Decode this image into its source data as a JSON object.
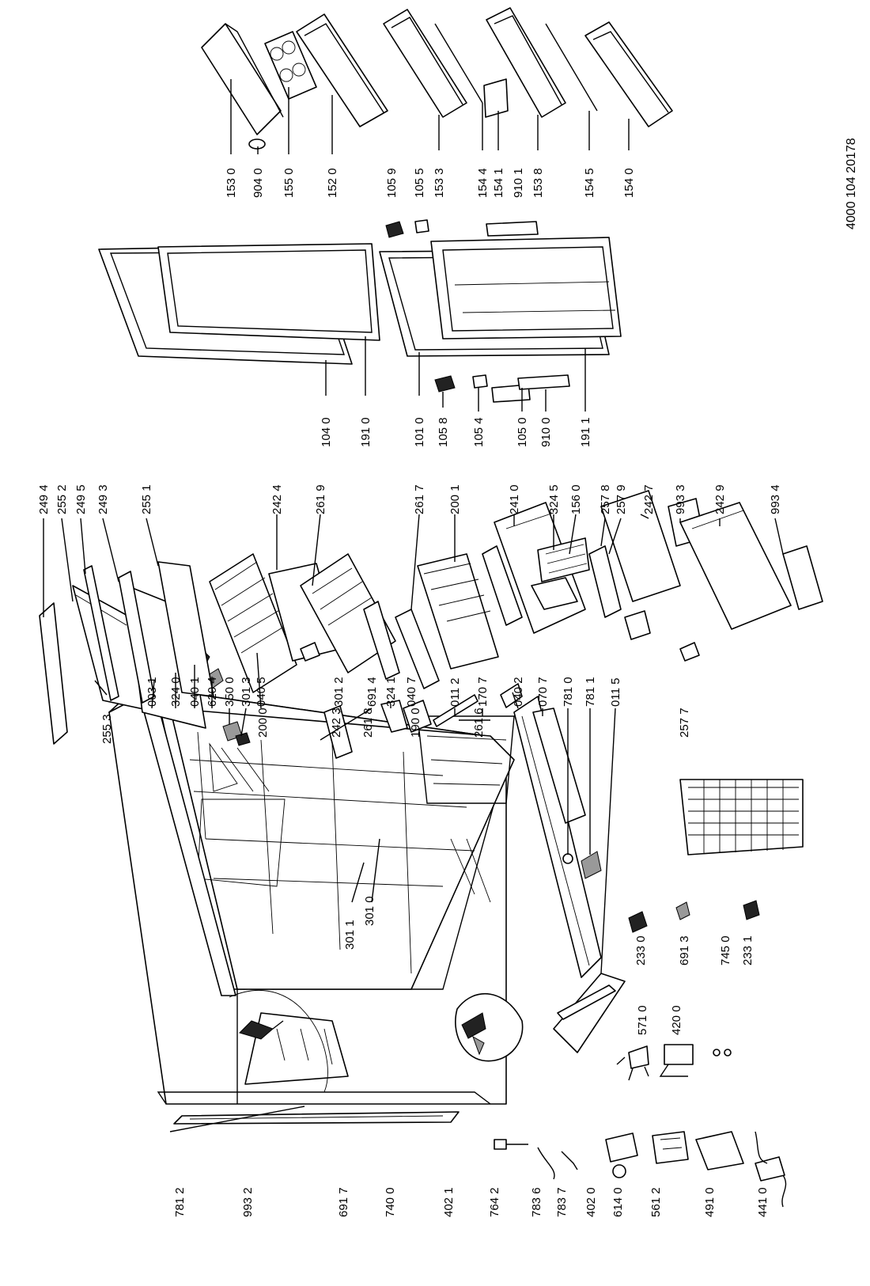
{
  "document_number": "4000 104 20178",
  "labels": [
    {
      "id": "l0030",
      "text": "003 1"
    },
    {
      "id": "l3240",
      "text": "324 0"
    },
    {
      "id": "l0401",
      "text": "040 1"
    },
    {
      "id": "l6204",
      "text": "620 4"
    },
    {
      "id": "l3500",
      "text": "350 0"
    },
    {
      "id": "l3013",
      "text": "301 3"
    },
    {
      "id": "l0405",
      "text": "040 5"
    },
    {
      "id": "l3012",
      "text": "301 2"
    },
    {
      "id": "l6914",
      "text": "691 4"
    },
    {
      "id": "l3241",
      "text": "324 1"
    },
    {
      "id": "l0407",
      "text": "040 7"
    },
    {
      "id": "l0112",
      "text": "011 2"
    },
    {
      "id": "l1707",
      "text": "170 7"
    },
    {
      "id": "l0402",
      "text": "040 2"
    },
    {
      "id": "l0707",
      "text": "070 7"
    },
    {
      "id": "l7810",
      "text": "781 0"
    },
    {
      "id": "l7811",
      "text": "781 1"
    },
    {
      "id": "l0115",
      "text": "011 5"
    },
    {
      "id": "l3010",
      "text": "301 0"
    },
    {
      "id": "l3011",
      "text": "301 1"
    },
    {
      "id": "l2330",
      "text": "233 0"
    },
    {
      "id": "l6913",
      "text": "691 3"
    },
    {
      "id": "l7450",
      "text": "745 0"
    },
    {
      "id": "l2331",
      "text": "233 1"
    },
    {
      "id": "l5710",
      "text": "571 0"
    },
    {
      "id": "l4200",
      "text": "420 0"
    },
    {
      "id": "l7812",
      "text": "781 2"
    },
    {
      "id": "l9932",
      "text": "993 2"
    },
    {
      "id": "l6917",
      "text": "691 7"
    },
    {
      "id": "l7400",
      "text": "740 0"
    },
    {
      "id": "l4021",
      "text": "402 1"
    },
    {
      "id": "l7642",
      "text": "764 2"
    },
    {
      "id": "l7836",
      "text": "783 6"
    },
    {
      "id": "l7837",
      "text": "783 7"
    },
    {
      "id": "l4020",
      "text": "402 0"
    },
    {
      "id": "l6140",
      "text": "614 0"
    },
    {
      "id": "l5612",
      "text": "561 2"
    },
    {
      "id": "l4910",
      "text": "491 0"
    },
    {
      "id": "l4410",
      "text": "441 0"
    },
    {
      "id": "l2494",
      "text": "249 4"
    },
    {
      "id": "l2552",
      "text": "255 2"
    },
    {
      "id": "l2495",
      "text": "249 5"
    },
    {
      "id": "l2493",
      "text": "249 3"
    },
    {
      "id": "l2551",
      "text": "255 1"
    },
    {
      "id": "l2553",
      "text": "255 3"
    },
    {
      "id": "l2424",
      "text": "242 4"
    },
    {
      "id": "l2619",
      "text": "261 9"
    },
    {
      "id": "l2000",
      "text": "200 0"
    },
    {
      "id": "l2423",
      "text": "242 3"
    },
    {
      "id": "l2618",
      "text": "261 8"
    },
    {
      "id": "l2617",
      "text": "261 7"
    },
    {
      "id": "l2001",
      "text": "200 1"
    },
    {
      "id": "l1900",
      "text": "190 0"
    },
    {
      "id": "l2616",
      "text": "261 6"
    },
    {
      "id": "l2410",
      "text": "241 0"
    },
    {
      "id": "l3245",
      "text": "324 5"
    },
    {
      "id": "l1560",
      "text": "156 0"
    },
    {
      "id": "l2578",
      "text": "257 8"
    },
    {
      "id": "l2579",
      "text": "257 9"
    },
    {
      "id": "l2427",
      "text": "242 7"
    },
    {
      "id": "l9933",
      "text": "993 3"
    },
    {
      "id": "l2429",
      "text": "242 9"
    },
    {
      "id": "l9934",
      "text": "993 4"
    },
    {
      "id": "l2577",
      "text": "257 7"
    },
    {
      "id": "l1040",
      "text": "104 0"
    },
    {
      "id": "l1910",
      "text": "191 0"
    },
    {
      "id": "l1010",
      "text": "101 0"
    },
    {
      "id": "l1058",
      "text": "105 8"
    },
    {
      "id": "l1054",
      "text": "105 4"
    },
    {
      "id": "l1050",
      "text": "105 0"
    },
    {
      "id": "l9100",
      "text": "910 0"
    },
    {
      "id": "l1911",
      "text": "191 1"
    },
    {
      "id": "l1530",
      "text": "153 0"
    },
    {
      "id": "l9040",
      "text": "904 0"
    },
    {
      "id": "l1550",
      "text": "155 0"
    },
    {
      "id": "l1520",
      "text": "152 0"
    },
    {
      "id": "l1059",
      "text": "105 9"
    },
    {
      "id": "l1055",
      "text": "105 5"
    },
    {
      "id": "l1533",
      "text": "153 3"
    },
    {
      "id": "l1544",
      "text": "154 4"
    },
    {
      "id": "l1541",
      "text": "154 1"
    },
    {
      "id": "l9101",
      "text": "910 1"
    },
    {
      "id": "l1538",
      "text": "153 8"
    },
    {
      "id": "l1545",
      "text": "154 5"
    },
    {
      "id": "l1540",
      "text": "154 0"
    }
  ]
}
